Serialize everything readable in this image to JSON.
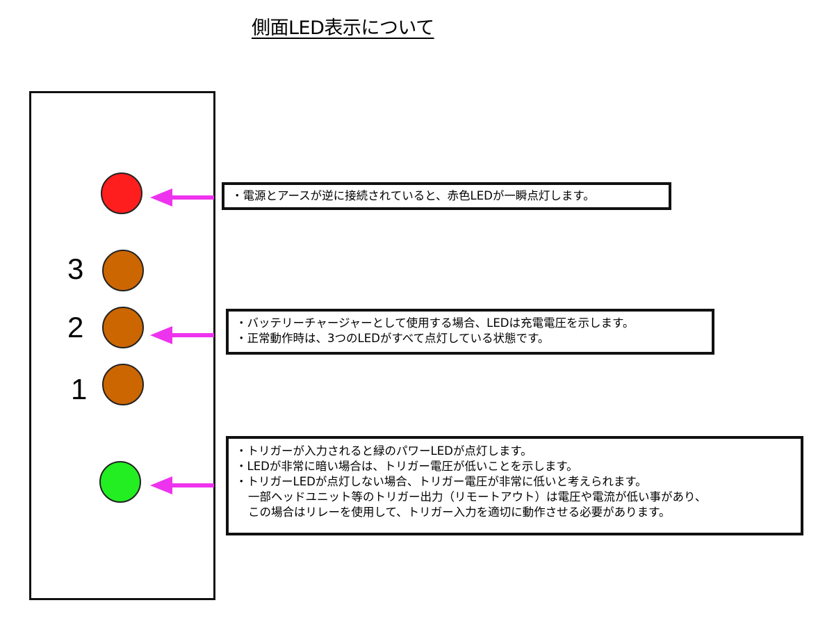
{
  "title": "側面LED表示について",
  "colors": {
    "red_led": "#ff1e1e",
    "brown_led": "#cc6600",
    "green_led": "#22ee22",
    "arrow": "#ee33ee"
  },
  "leds": {
    "num3": "3",
    "num2": "2",
    "num1": "1"
  },
  "notes": {
    "red": "・電源とアースが逆に接続されていると、赤色LEDが一瞬点灯します。",
    "charge_1": "・バッテリーチャージャーとして使用する場合、LEDは充電電圧を示します。",
    "charge_2": "・正常動作時は、3つのLEDがすべて点灯している状態です。",
    "green_1": "・トリガーが入力されると緑のパワーLEDが点灯します。",
    "green_2": "・LEDが非常に暗い場合は、トリガー電圧が低いことを示します。",
    "green_3": "・トリガーLEDが点灯しない場合、トリガー電圧が非常に低いと考えられます。",
    "green_4": "一部ヘッドユニット等のトリガー出力（リモートアウト）は電圧や電流が低い事があり、",
    "green_5": "この場合はリレーを使用して、トリガー入力を適切に動作させる必要があります。"
  }
}
